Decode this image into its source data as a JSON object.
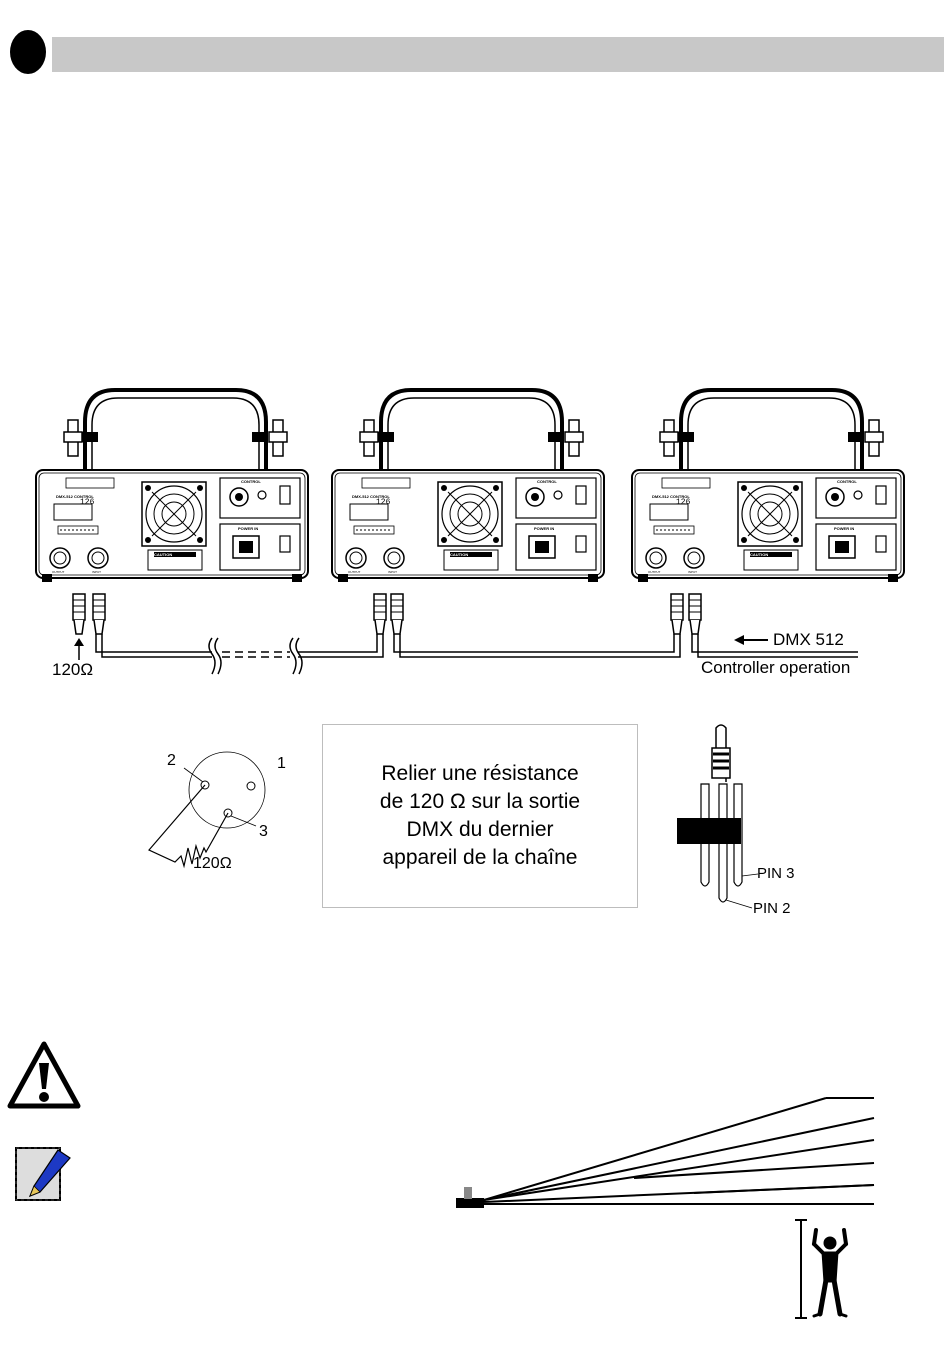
{
  "connection": {
    "terminator_label": "120Ω",
    "dmx_label": "DMX 512",
    "controller_label": "Controller operation"
  },
  "pinout": {
    "pin1": "1",
    "pin2": "2",
    "pin3": "3",
    "resistor_label": "120Ω"
  },
  "note": {
    "lines": [
      "Relier une résistance",
      "de 120 Ω  sur la sortie",
      "DMX du dernier",
      "appareil de la chaîne"
    ]
  },
  "plug": {
    "pin3_label": "PIN 3",
    "pin2_label": "PIN 2"
  },
  "panel": {
    "display_value": "126",
    "control_label": "CONTROL",
    "power_label": "POWER IN",
    "caution_label": "CAUTION",
    "dmx_control_label": "DMX-512 CONTROL",
    "output_label": "OUTPUT",
    "input_label": "INPUT"
  },
  "icons": {
    "warning": "warning-triangle-icon",
    "note": "note-pencil-icon",
    "person": "person-silhouette-icon"
  }
}
